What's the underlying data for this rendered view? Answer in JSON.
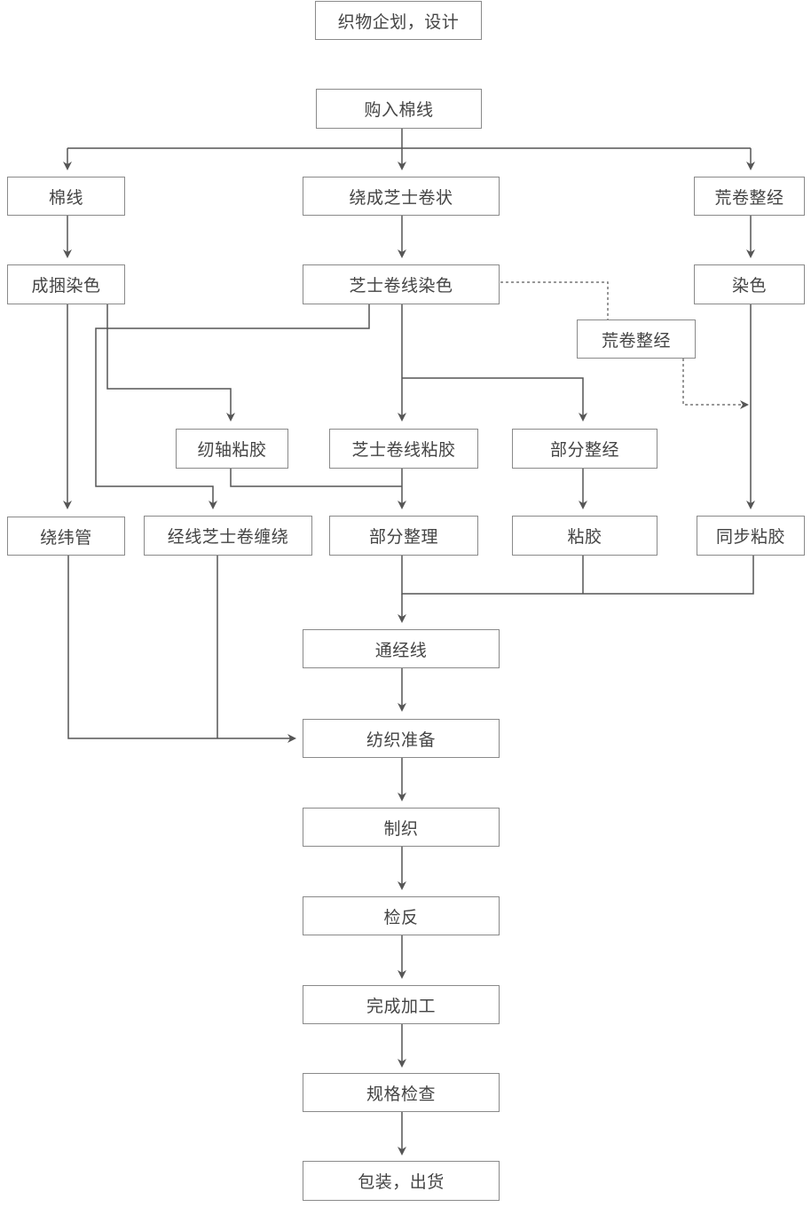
{
  "diagram": {
    "title": "织物企划，设计",
    "colors": {
      "line": "#555555",
      "border": "#8a8a8a",
      "text": "#444444"
    },
    "nodes": {
      "plan": "织物企划，设计",
      "buy": "购入棉线",
      "cotton": "棉线",
      "cheese_wind": "绕成芝士卷状",
      "rough_warp_top": "荒卷整经",
      "bundle_dye": "成捆染色",
      "cheese_dye": "芝士卷线染色",
      "dye": "染色",
      "rough_warp_mid": "荒卷整经",
      "beam_size": "纫轴粘胶",
      "cheese_size": "芝士卷线粘胶",
      "part_warp": "部分整经",
      "pirn": "绕纬管",
      "warp_cheese_wind": "经线芝士卷缠绕",
      "part_finish": "部分整理",
      "size": "粘胶",
      "sync_size": "同步粘胶",
      "drawing_in": "通经线",
      "weave_prep": "纺织准备",
      "weaving": "制织",
      "inspect": "检反",
      "finishing": "完成加工",
      "spec_check": "规格检查",
      "pack_ship": "包装，出货"
    }
  }
}
